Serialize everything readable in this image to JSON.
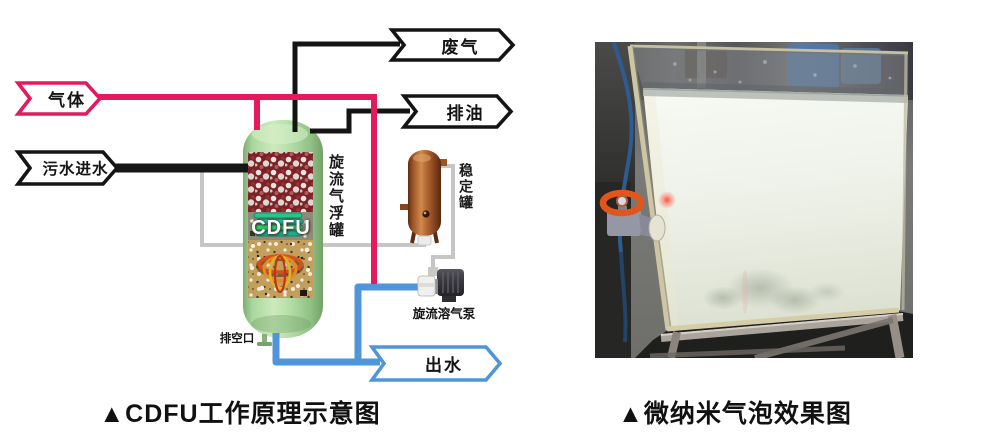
{
  "figure_left": {
    "caption": "▲CDFU工作原理示意图",
    "arrows": {
      "waste_gas": "废气",
      "gas": "气体",
      "oil_drain": "排油",
      "sewage_in": "污水进水",
      "water_out": "出水"
    },
    "equipment": {
      "flotation_tank_label": "旋流气浮罐",
      "flotation_tank_text": "CDFU",
      "drain_port": "排空口",
      "stabilization_tank": "稳定罐",
      "dissolved_gas_pump": "旋流溶气泵"
    },
    "colors": {
      "gas_line": "#e31a5c",
      "water_line": "#4f95d8",
      "pipe_black": "#141414",
      "pipe_gray": "#c6c6c6",
      "tank_green": "#a6d49a",
      "tank_copper": "#a4592c"
    }
  },
  "figure_right": {
    "caption": "▲微纳米气泡效果图"
  }
}
